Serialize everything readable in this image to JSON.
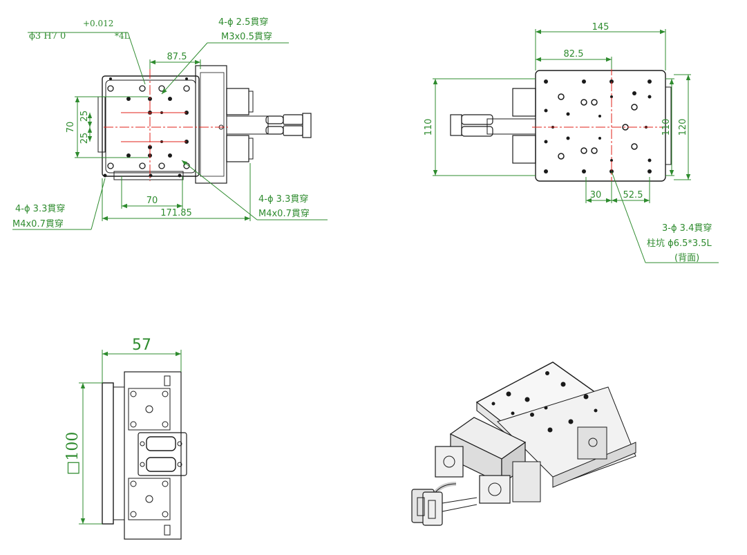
{
  "view_top": {
    "hole_spec_line1": "+0.012",
    "hole_spec_line2": "ϕ3 H7   0",
    "hole_spec_line3": "*4L",
    "thru_2_5_a": "4-ϕ 2.5貫穿",
    "thru_2_5_b": "M3x0.5貫穿",
    "dim_87_5": "87.5",
    "dim_70_v": "70",
    "dim_25_a": "25",
    "dim_25_b": "25",
    "dim_70_h": "70",
    "dim_171_85": "171.85",
    "thru_3_3_left_a": "4-ϕ 3.3貫穿",
    "thru_3_3_left_b": "M4x0.7貫穿",
    "thru_3_3_right_a": "4-ϕ 3.3貫穿",
    "thru_3_3_right_b": "M4x0.7貫穿"
  },
  "view_right": {
    "dim_145": "145",
    "dim_82_5": "82.5",
    "dim_110_left": "110",
    "dim_110_right": "110",
    "dim_120": "120",
    "dim_30": "30",
    "dim_52_5": "52.5",
    "cbore_a": "3-ϕ 3.4貫穿",
    "cbore_b": "柱坑 ϕ6.5*3.5L",
    "cbore_c": "(背面)"
  },
  "view_side": {
    "dim_57": "57",
    "dim_100": "□100"
  },
  "colors": {
    "dimension": "#2e8b2e",
    "centerline": "#e0201a",
    "outline": "#1a1a1a"
  },
  "icons": [
    "db9-connector-icon",
    "stepper-motor-icon",
    "iso-view"
  ]
}
